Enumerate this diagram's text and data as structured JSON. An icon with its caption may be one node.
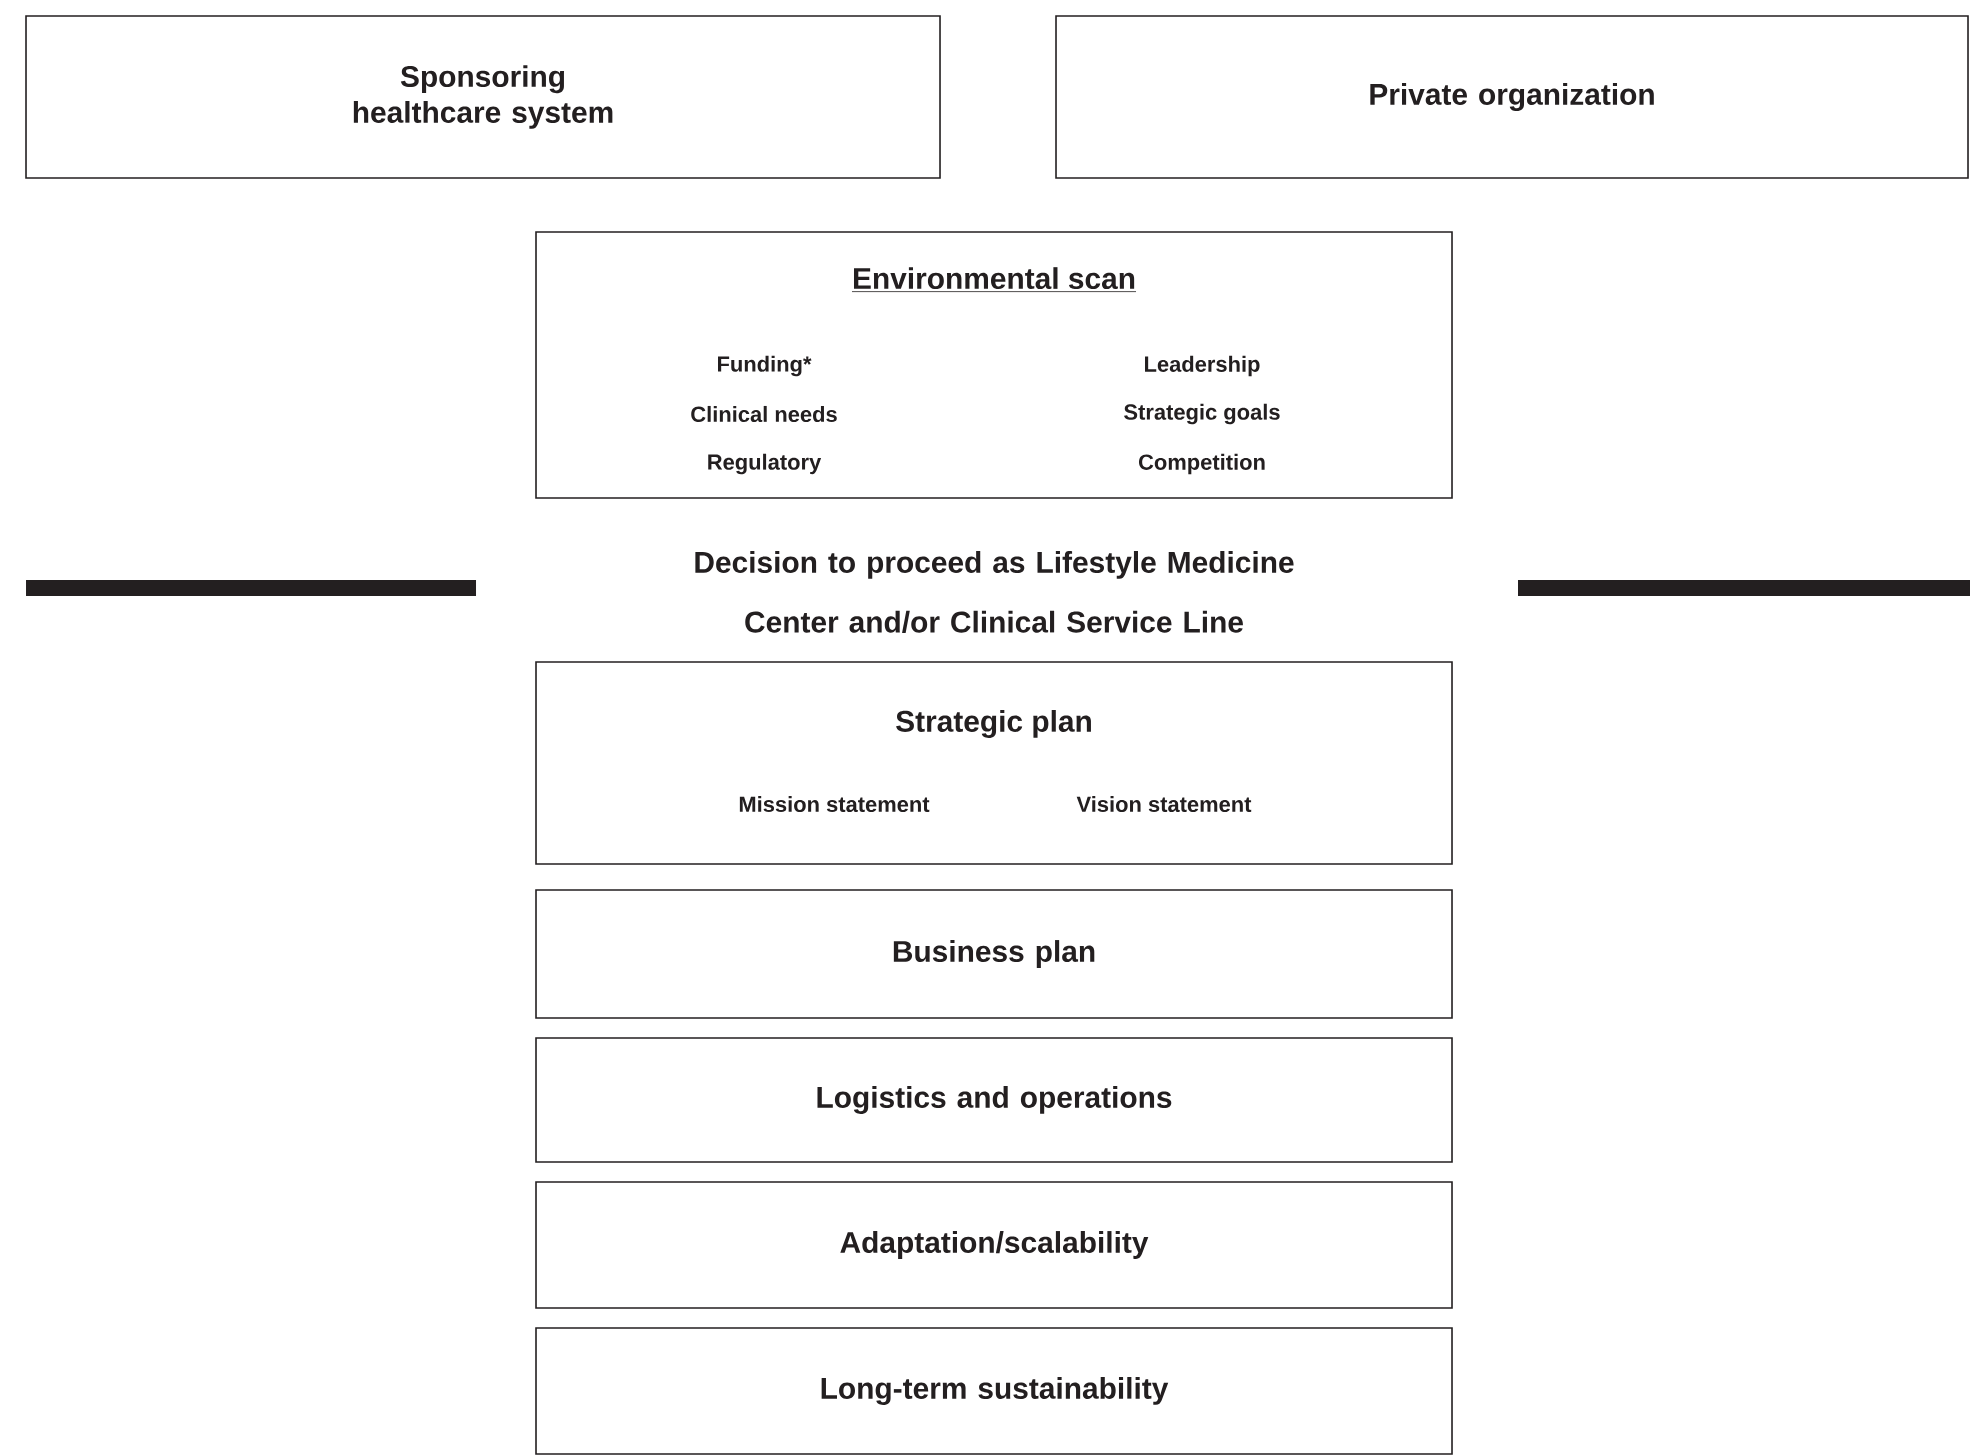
{
  "diagram": {
    "nodes": [
      {
        "text": [
          "Sponsoring healthcare system"
        ]
      },
      {
        "text": [
          "Private organization"
        ]
      },
      {
        "text": [
          "Environmental scan",
          "Funding*",
          "Leadership",
          "Clinical needs",
          "Strategic goals",
          "Regulatory",
          "Competition"
        ]
      },
      {
        "text": [
          "Strategic plan",
          "Mission statement",
          "Vision statement"
        ]
      },
      {
        "text": [
          "Business plan"
        ]
      },
      {
        "text": [
          "Logistics and operations"
        ]
      },
      {
        "text": [
          "Adaptation/scalability"
        ]
      },
      {
        "text": [
          "Long-term sustainability"
        ]
      }
    ],
    "labels": [
      "Decision to proceed as Lifestyle Medicine Center and/or Clinical Service Line"
    ]
  }
}
